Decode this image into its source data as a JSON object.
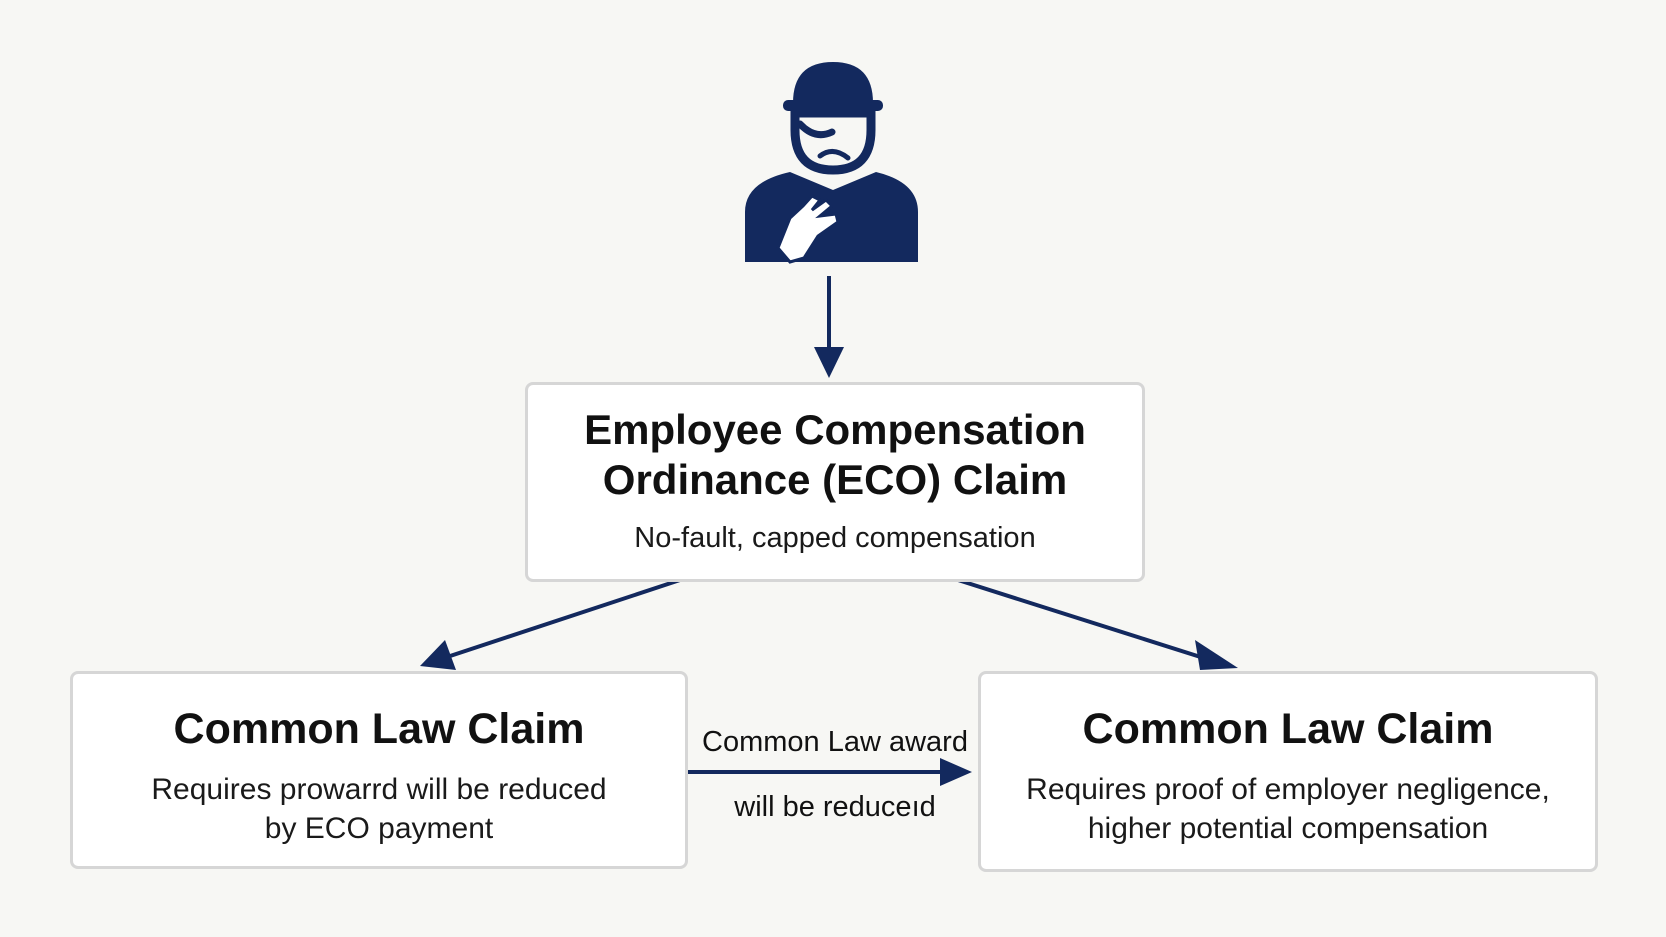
{
  "diagram": {
    "accent_color": "#13295e",
    "icon": "injured-worker-icon",
    "eco_box": {
      "title_line1": "Employee Compensation",
      "title_line2": "Ordinance (ECO) Claim",
      "subtitle": "No-fault, capped compensation"
    },
    "left_box": {
      "title": "Common Law Claim",
      "desc_line1": "Requires prowarrd will be reduced",
      "desc_line2": "by ECO payment"
    },
    "right_box": {
      "title": "Common Law Claim",
      "desc_line1": "Requires proof of employer negligence,",
      "desc_line2": "higher potential compensation"
    },
    "connector_label": {
      "line1": "Common Law award",
      "line2": "will be reduceıd"
    }
  }
}
